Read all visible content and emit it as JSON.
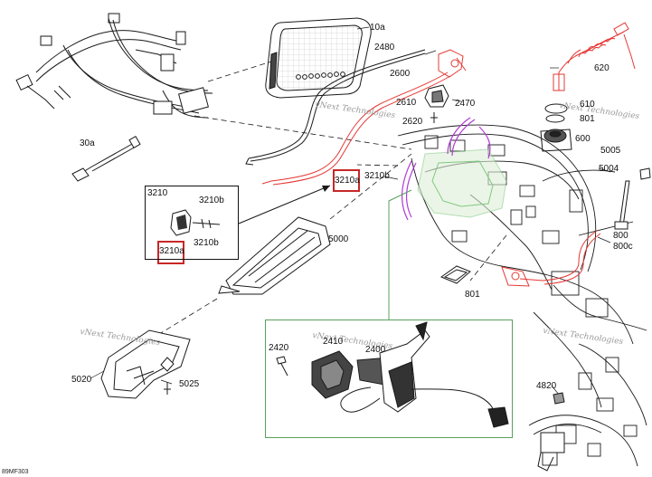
{
  "diagram": {
    "reference_code": "89MF303",
    "callouts": {
      "c10a": "10a",
      "c2480": "2480",
      "c2600": "2600",
      "c620": "620",
      "c2610": "2610",
      "c2470": "2470",
      "c610": "610",
      "c801_top": "801",
      "c2620": "2620",
      "c600": "600",
      "c30a": "30a",
      "c5005": "5005",
      "c5004": "5004",
      "c3210_box": "3210",
      "c3210b_main": "3210b",
      "c3210a_main": "3210a",
      "c3210b_inset1": "3210b",
      "c3210b_inset2": "3210b",
      "c3210a_inset": "3210a",
      "c800": "800",
      "c800c": "800c",
      "c5000": "5000",
      "c801_mid": "801",
      "c2410": "2410",
      "c2400": "2400",
      "c2420": "2420",
      "c5020": "5020",
      "c5025": "5025",
      "c4820": "4820"
    },
    "watermark_text": "vNext Technologies",
    "colors": {
      "line": "#1a1a1a",
      "harness_highlight": "#e53935",
      "purple_highlight": "#b039d6",
      "green_highlight": "#7fc97f",
      "zoom_frame": "#59a05f",
      "callout_box": "#c62828",
      "faded": "#bdbdbd"
    }
  }
}
